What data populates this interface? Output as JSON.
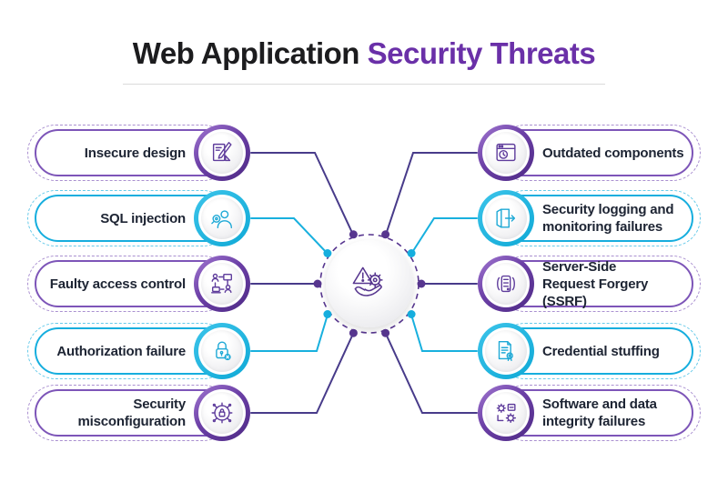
{
  "title": {
    "black": "Web Application",
    "purple": "Security Threats"
  },
  "center": {
    "icon": "hand-warning-gear-icon"
  },
  "left_items": [
    {
      "label": "Insecure design",
      "accent": "purple",
      "icon": "insecure-design-icon"
    },
    {
      "label": "SQL injection",
      "accent": "cyan",
      "icon": "sql-injection-icon"
    },
    {
      "label": "Faulty access control",
      "accent": "purple",
      "icon": "faulty-access-control-icon"
    },
    {
      "label": "Authorization failure",
      "accent": "cyan",
      "icon": "authorization-failure-icon"
    },
    {
      "label": "Security misconfiguration",
      "accent": "purple",
      "icon": "security-misconfiguration-icon"
    }
  ],
  "right_items": [
    {
      "lines": [
        "Outdated components"
      ],
      "accent": "purple",
      "icon": "outdated-components-icon"
    },
    {
      "lines": [
        "Security logging and",
        "monitoring failures"
      ],
      "accent": "cyan",
      "icon": "security-logging-icon"
    },
    {
      "lines": [
        "Server-Side",
        "Request Forgery (SSRF)"
      ],
      "accent": "purple",
      "icon": "ssrf-icon"
    },
    {
      "lines": [
        "Credential stuffing"
      ],
      "accent": "cyan",
      "icon": "credential-stuffing-icon"
    },
    {
      "lines": [
        "Software and data",
        "integrity failures"
      ],
      "accent": "purple",
      "icon": "software-integrity-icon"
    }
  ],
  "colors": {
    "title_dark": "#1c1c1e",
    "title_purple": "#6a30a8",
    "text": "#1d2433",
    "purple_border": "#7d55b8",
    "purple_line": "#483b8a",
    "purple_dot": "#57368f",
    "purple_ring_light": "#a379d2",
    "purple_ring_dark": "#4e2a85",
    "icon_purple": "#5f3d9c",
    "icon_cyan": "#1fa9d6",
    "cyan": "#16aede",
    "cyan_line": "#18b0de",
    "divider": "#dadada"
  }
}
